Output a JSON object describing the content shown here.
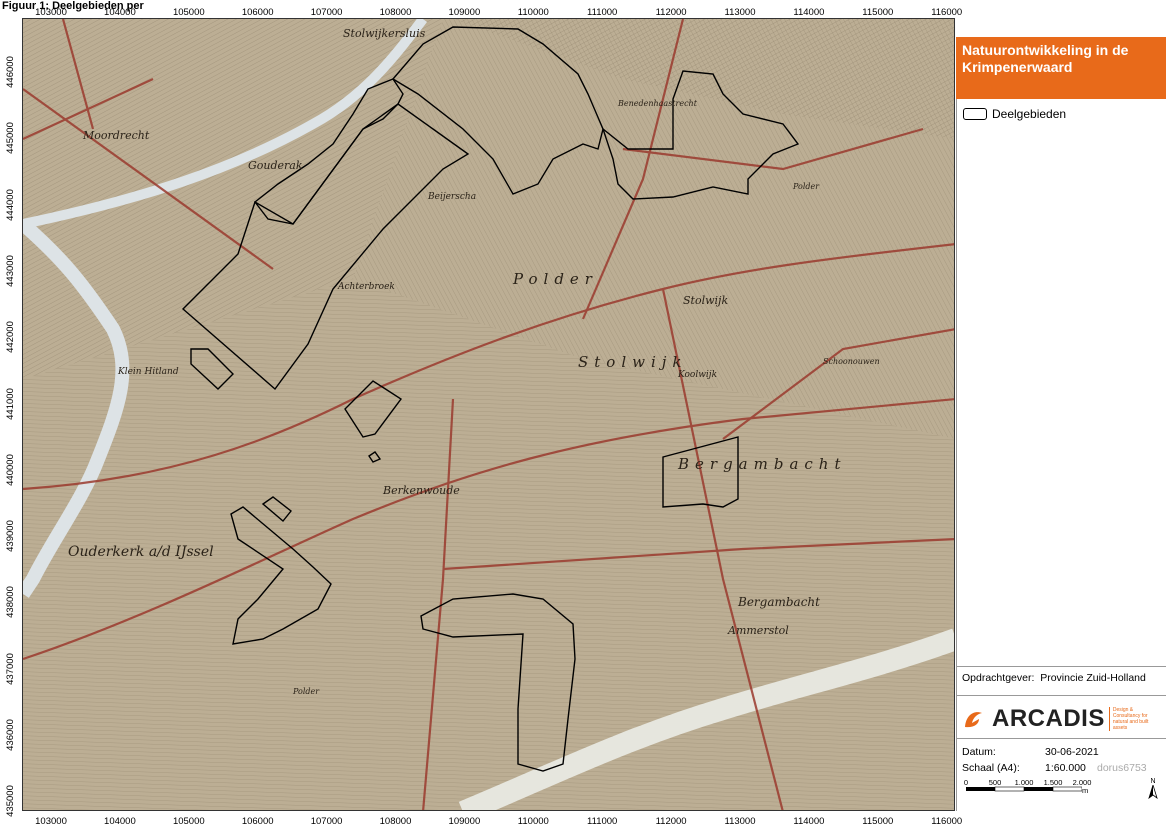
{
  "caption": "Figuur 1: Deelgebieden per",
  "legend": {
    "title": "Natuurontwikkeling in de Krimpenerwaard",
    "items": [
      {
        "label": "Deelgebieden"
      }
    ]
  },
  "client": {
    "label": "Opdrachtgever:",
    "value": "Provincie Zuid-Holland"
  },
  "company": {
    "name": "ARCADIS",
    "tagline": "Design & Consultancy for natural and built assets"
  },
  "meta": {
    "date_label": "Datum:",
    "date_value": "30-06-2021",
    "scale_label": "Schaal (A4):",
    "scale_value": "1:60.000",
    "author": "dorus6753"
  },
  "scalebar": {
    "labels": [
      "0",
      "500",
      "1.000",
      "1.500",
      "2.000"
    ],
    "unit": "m"
  },
  "north": {
    "label": "N"
  },
  "axes": {
    "x_ticks": [
      "103000",
      "104000",
      "105000",
      "106000",
      "107000",
      "108000",
      "109000",
      "110000",
      "111000",
      "112000",
      "113000",
      "114000",
      "115000",
      "116000"
    ],
    "y_ticks": [
      "446000",
      "445000",
      "444000",
      "443000",
      "442000",
      "441000",
      "440000",
      "439000",
      "438000",
      "437000",
      "436000",
      "435000"
    ]
  },
  "map_labels": [
    {
      "text": "Stolwijkersluis"
    },
    {
      "text": "Moordrecht"
    },
    {
      "text": "Gouderak"
    },
    {
      "text": "Beijerscha"
    },
    {
      "text": "Polder"
    },
    {
      "text": "Stolwijk"
    },
    {
      "text": "Stolwijk"
    },
    {
      "text": "Achterbroek"
    },
    {
      "text": "Koolwijk"
    },
    {
      "text": "Klein Hitland"
    },
    {
      "text": "Bergambacht"
    },
    {
      "text": "Berkenwoude"
    },
    {
      "text": "Ouderkerk a/d IJssel"
    },
    {
      "text": "Bergambacht"
    },
    {
      "text": "Ammerstol"
    },
    {
      "text": "Polder"
    },
    {
      "text": "Schoonouwen"
    },
    {
      "text": "Benedenhaastrecht"
    },
    {
      "text": "Polder"
    }
  ],
  "colors": {
    "accent": "#e86a1a",
    "map_base": "#b9ac93",
    "road": "#9b3a2e",
    "boundary": "#000000"
  }
}
